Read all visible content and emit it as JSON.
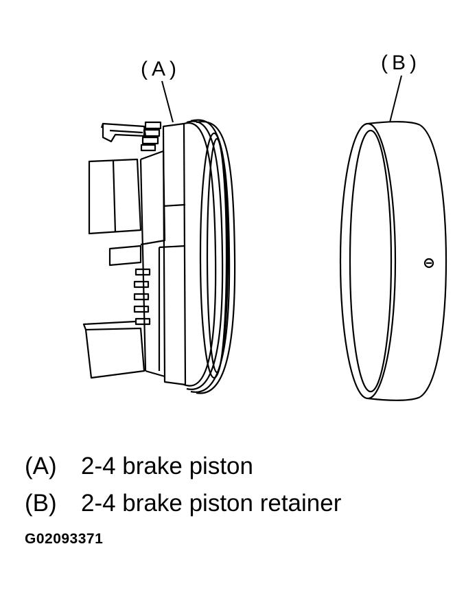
{
  "callouts": {
    "a": "(A)",
    "b": "(B)"
  },
  "legend": [
    {
      "key": "(A)",
      "text": "2-4 brake piston"
    },
    {
      "key": "(B)",
      "text": "2-4 brake piston retainer"
    }
  ],
  "figure_id": "G02093371",
  "colors": {
    "line": "#000000",
    "background": "#ffffff"
  }
}
